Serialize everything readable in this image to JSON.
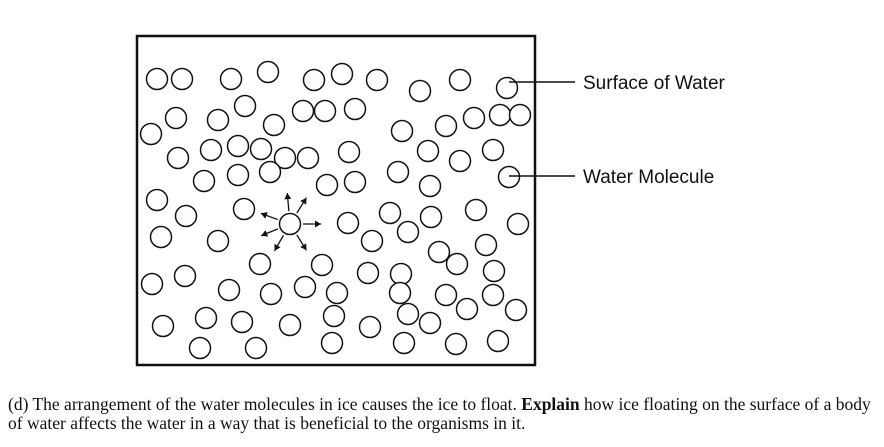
{
  "diagram": {
    "labels": {
      "surface": "Surface of Water",
      "molecule": "Water Molecule"
    }
  },
  "question": {
    "prefix": "(d) The arrangement of the water molecules in ice causes the ice to float.",
    "bold": "Explain",
    "suffix": "how ice floating on the surface of a body of water affects the water in a way that is beneficial to the organisms in it."
  }
}
